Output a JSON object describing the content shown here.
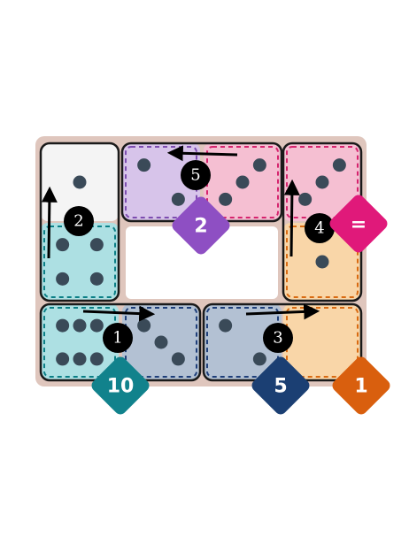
{
  "cells": [
    {
      "id": "c1",
      "fill": "#f4f4f4",
      "pips": 1,
      "dashed": false
    },
    {
      "id": "c2",
      "fill": "#d7c4ea",
      "pips": 2,
      "dashed": true,
      "dash_color": "#7d4db0"
    },
    {
      "id": "c3",
      "fill": "#f5bfd2",
      "pips": 3,
      "dashed": true,
      "dash_color": "#d6246e"
    },
    {
      "id": "c4",
      "fill": "#f5bfd2",
      "pips": 3,
      "dashed": true,
      "dash_color": "#d6246e"
    },
    {
      "id": "c5",
      "fill": "#ade0e3",
      "pips": 4,
      "dashed": true,
      "dash_color": "#0b7f86"
    },
    {
      "id": "c6",
      "fill": "#f9d6a8",
      "pips": 1,
      "dashed": true,
      "dash_color": "#d96b12"
    },
    {
      "id": "c7",
      "fill": "#ade0e3",
      "pips": 6,
      "dashed": true,
      "dash_color": "#0b7f86"
    },
    {
      "id": "c8",
      "fill": "#b3c1d3",
      "pips": 3,
      "dashed": true,
      "dash_color": "#1f3f7a"
    },
    {
      "id": "c9",
      "fill": "#b3c1d3",
      "pips": 2,
      "dashed": true,
      "dash_color": "#1f3f7a"
    },
    {
      "id": "c10",
      "fill": "#f9d6a8",
      "pips": 0,
      "dashed": true,
      "dash_color": "#d96b12"
    }
  ],
  "badges": [
    {
      "id": "purple",
      "text": "2",
      "color": "#8e4fc3"
    },
    {
      "id": "magenta",
      "text": "=",
      "color": "#e0197a"
    },
    {
      "id": "teal",
      "text": "10",
      "color": "#11828c"
    },
    {
      "id": "navy",
      "text": "5",
      "color": "#1b3f73"
    },
    {
      "id": "orange",
      "text": "1",
      "color": "#d95f0e"
    }
  ],
  "moves": [
    {
      "number": "1"
    },
    {
      "number": "2"
    },
    {
      "number": "3"
    },
    {
      "number": "4"
    },
    {
      "number": "5"
    }
  ],
  "colors": {
    "board": "#dfc6bd",
    "pip": "#3a4a58",
    "tile_border": "#1a1a1a"
  }
}
